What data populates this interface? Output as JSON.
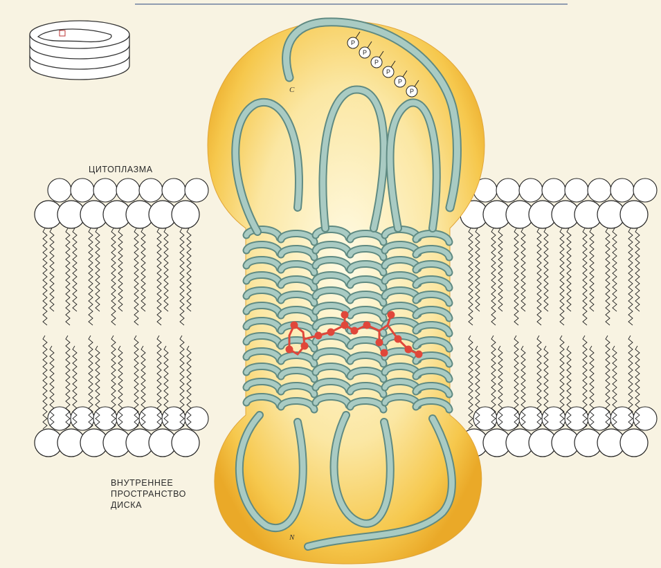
{
  "labels": {
    "cytoplasm": "ЦИТОПЛАЗМА",
    "disk_interior": [
      "ВНУТРЕННЕЕ",
      "ПРОСТРАНСТВО",
      "ДИСКА"
    ],
    "c_terminus": "C",
    "n_terminus": "N",
    "phosphate": "P",
    "phosphate_count": 6
  },
  "colors": {
    "background": "#f8f3e2",
    "protein_glow": "#f5c243",
    "helix_ribbon": "#8fb5ad",
    "helix_edge": "#5f8a82",
    "retinal": "#e0473a",
    "membrane_line": "#222222"
  },
  "icons": {
    "disk_stack": "disk-stack-icon",
    "lipid_head": "lipid-head-circle",
    "lipid_tail": "zigzag-chain"
  }
}
